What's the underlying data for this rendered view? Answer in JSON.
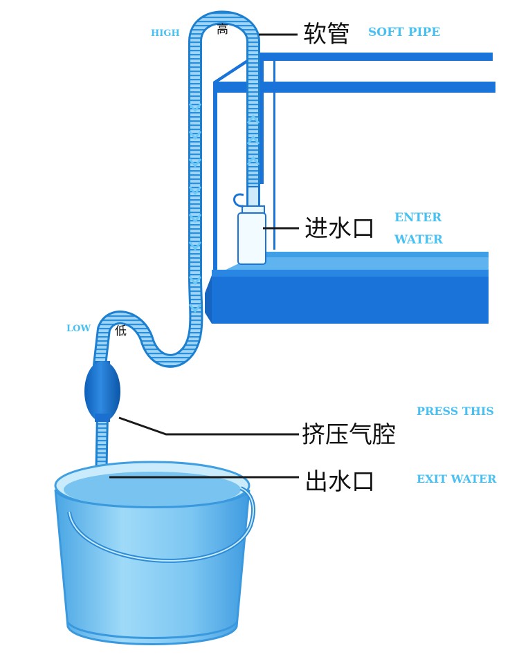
{
  "labels": {
    "high_en": "HIGH",
    "high_cn": "高",
    "low_en": "LOW",
    "low_cn": "低",
    "soft_pipe_cn": "软管",
    "soft_pipe_en": "SOFT PIPE",
    "enter_water_cn": "进水口",
    "enter_water_en_1": "ENTER",
    "enter_water_en_2": "WATER",
    "press_this_cn": "挤压气腔",
    "press_this_en": "PRESS THIS",
    "exit_water_cn": "出水口",
    "exit_water_en": "EXIT WATER"
  },
  "colors": {
    "tank_blue": "#1a73d9",
    "water_light": "#5fb4ef",
    "bucket_light": "#8fd0f5",
    "bucket_dark": "#3f9fe0",
    "hose_blue": "#2a8fd8",
    "english_label": "#49c0f2",
    "arrow": "#6cc8f5",
    "leader_line": "#1a1a1a"
  },
  "icons": {
    "up_arrows": "chevron-up-icon",
    "down_arrows": "chevron-down-icon"
  }
}
